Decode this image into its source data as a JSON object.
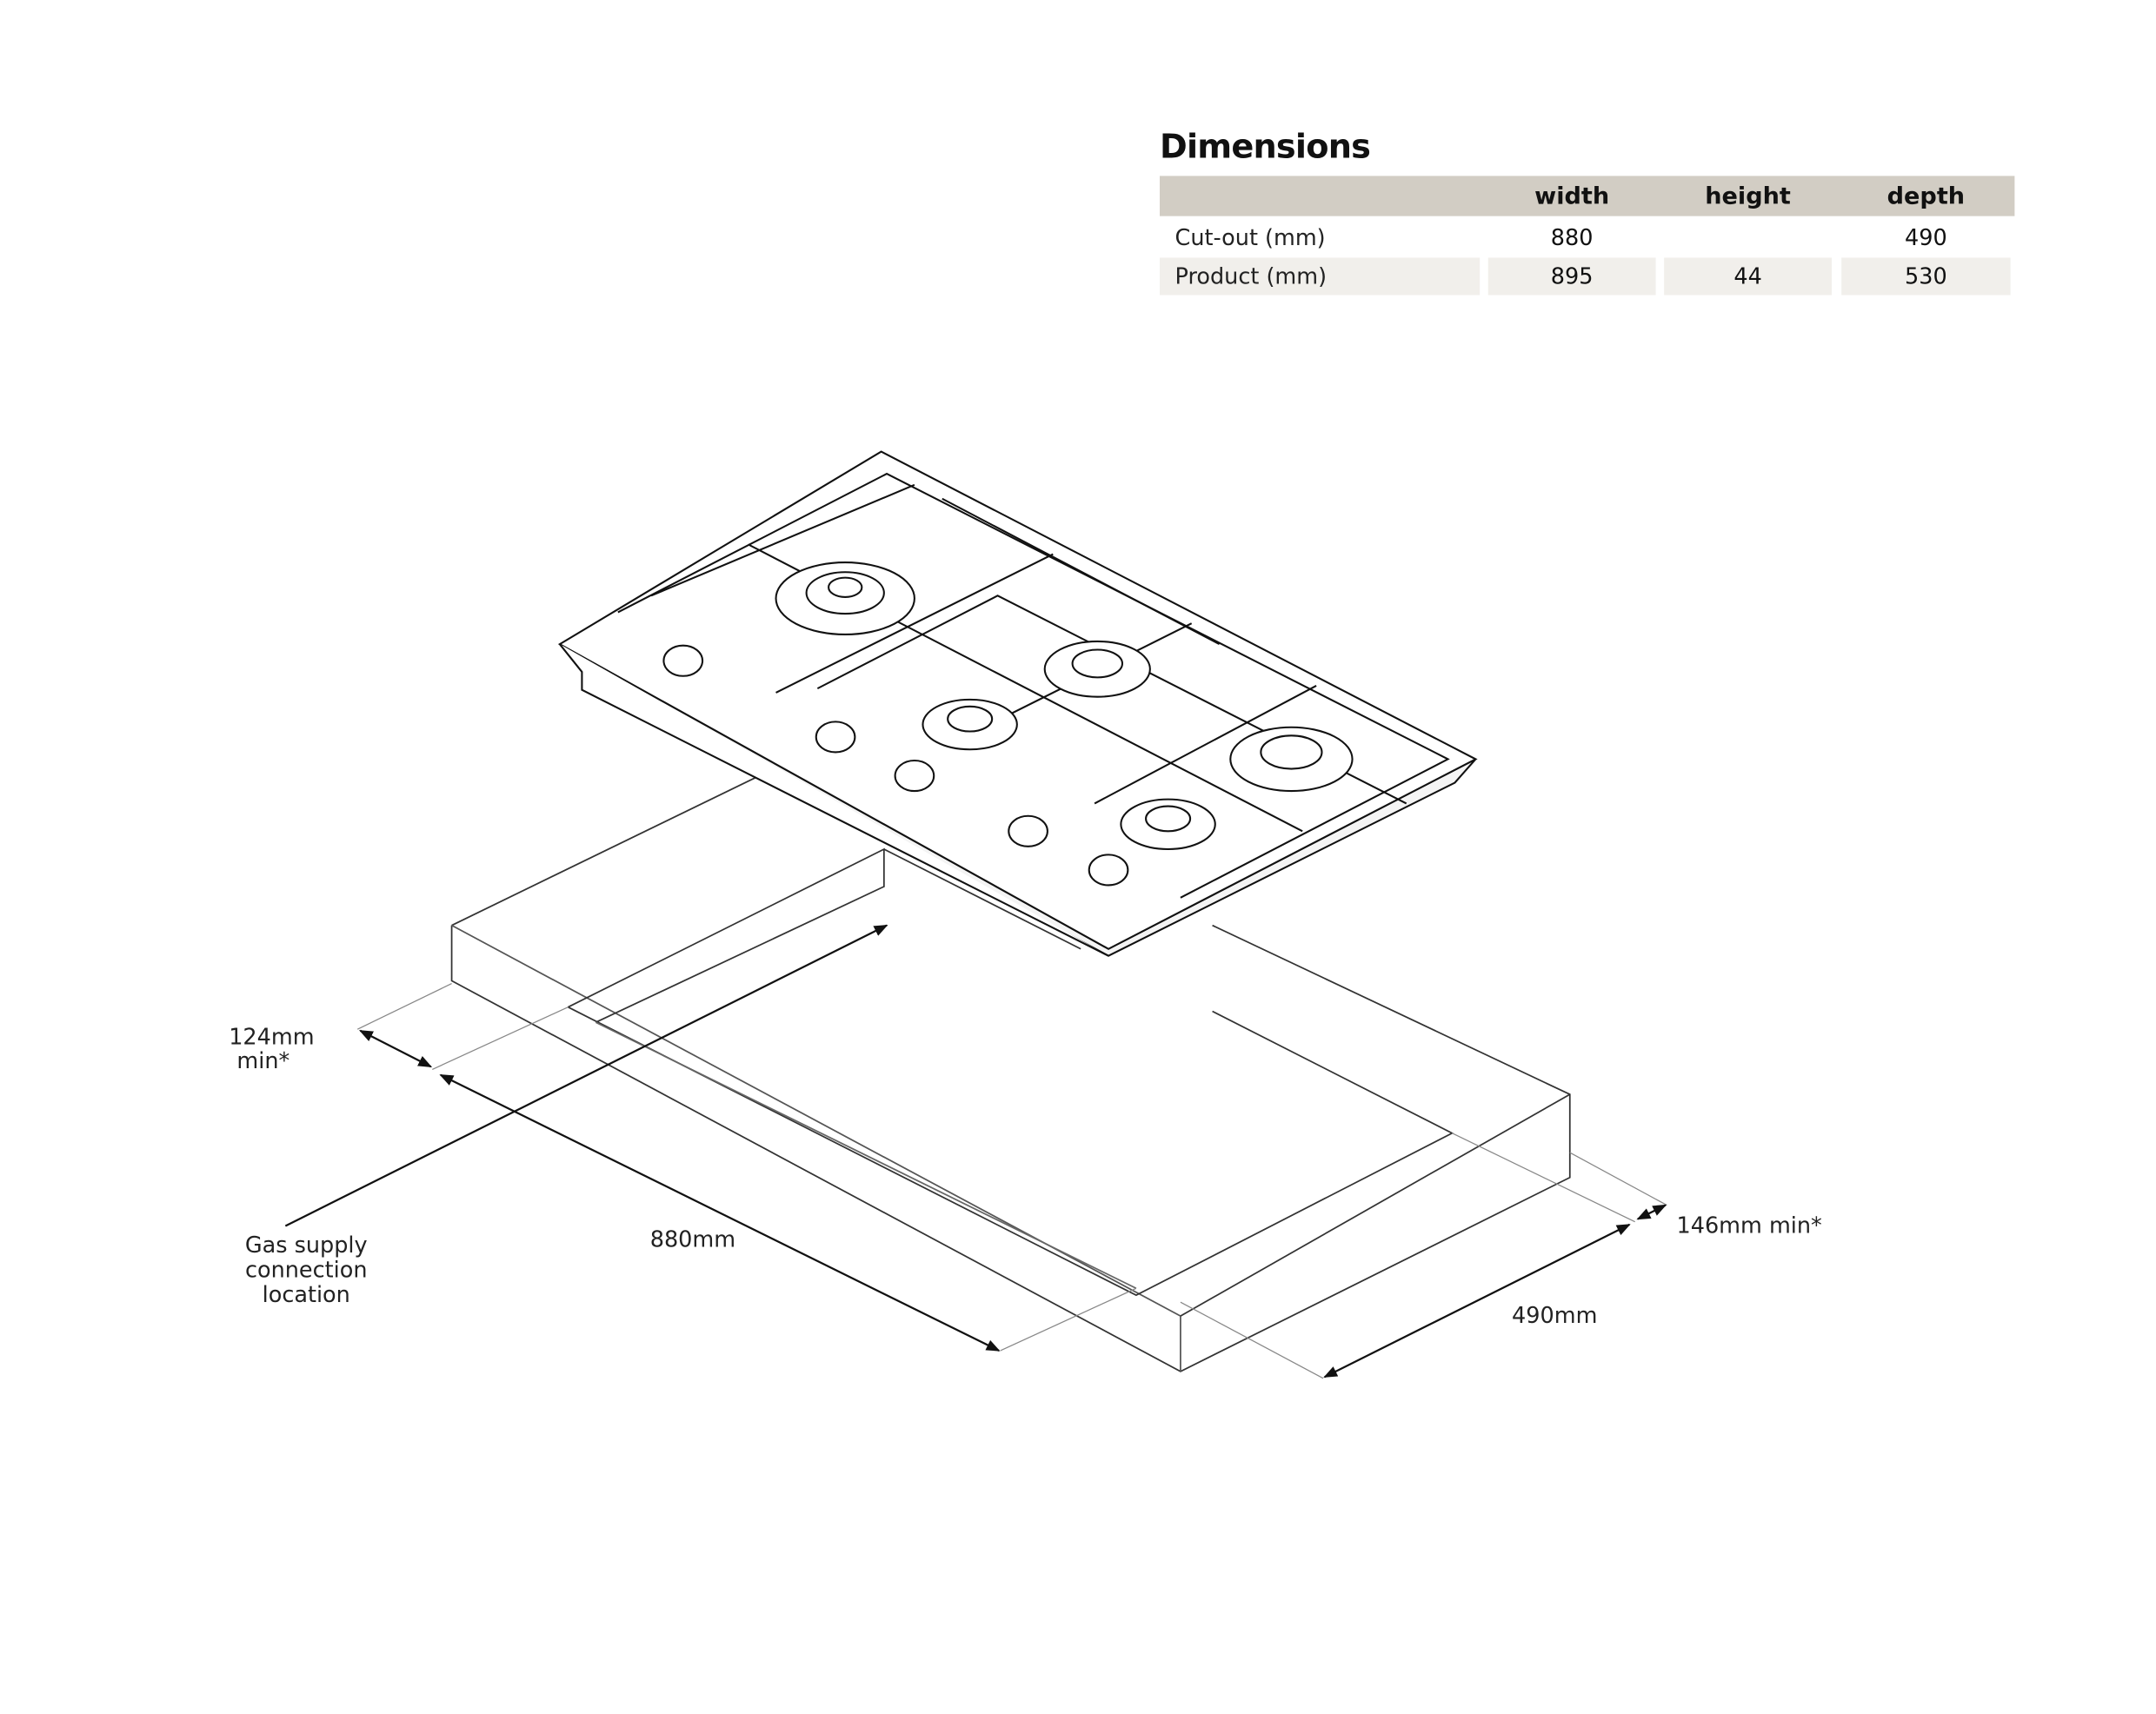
{
  "title": "Dimensions",
  "table": {
    "headers": [
      "",
      "width",
      "height",
      "depth"
    ],
    "rows": [
      {
        "label": "Cut-out (mm)",
        "width": "880",
        "height": "",
        "depth": "490"
      },
      {
        "label": "Product (mm)",
        "width": "895",
        "height": "44",
        "depth": "530"
      }
    ]
  },
  "annotations": {
    "left_clearance": "124mm",
    "left_clearance_note": "min*",
    "width": "880mm",
    "depth": "490mm",
    "back_clearance": "146mm min*",
    "gas_line1": "Gas supply",
    "gas_line2": "connection",
    "gas_line3": "location"
  },
  "colors": {
    "header_bg": "#d2cdc4",
    "row_shade": "#f1efeb"
  }
}
